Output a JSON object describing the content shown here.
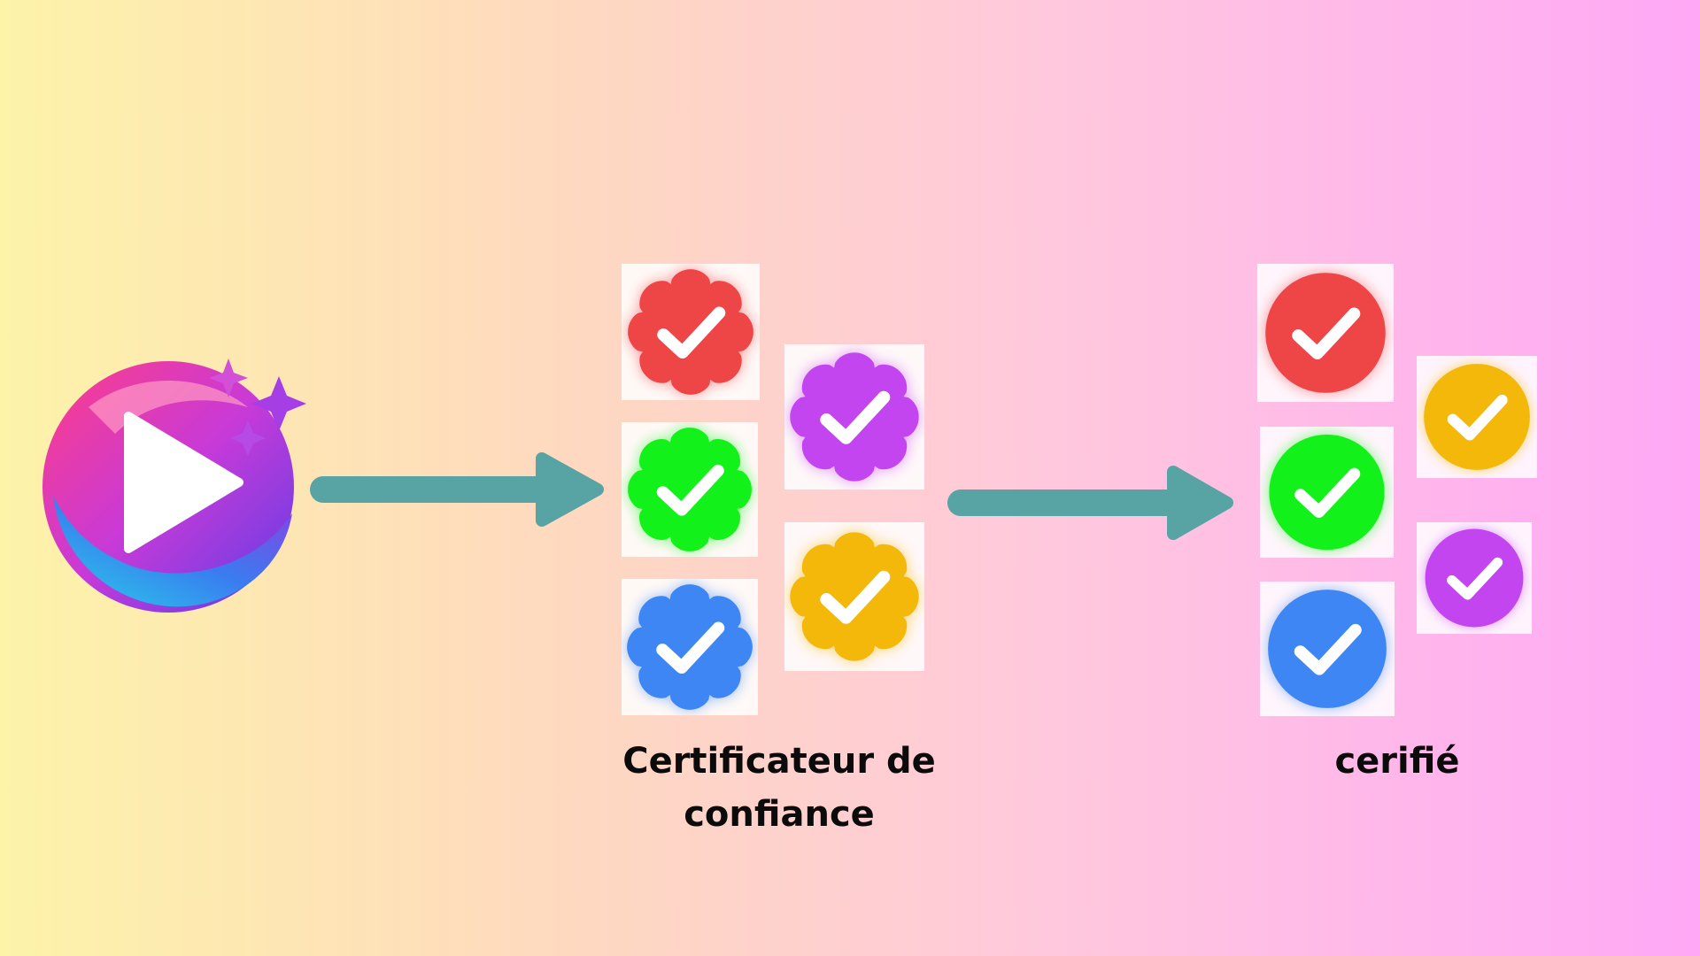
{
  "colors": {
    "red": "#ee4547",
    "green": "#12f21a",
    "blue": "#3d86f4",
    "purple": "#c245f0",
    "yellow": "#f3b80a",
    "arrow": "#58a3a3"
  },
  "logo": {
    "icon": "play-logo-icon"
  },
  "certifier": {
    "label_line1": "Certificateur de",
    "label_line2": "confiance",
    "badges": [
      "red",
      "purple",
      "green",
      "yellow",
      "blue"
    ]
  },
  "certified": {
    "label": "cerifié",
    "badges": [
      "red",
      "yellow",
      "green",
      "purple",
      "blue"
    ]
  }
}
